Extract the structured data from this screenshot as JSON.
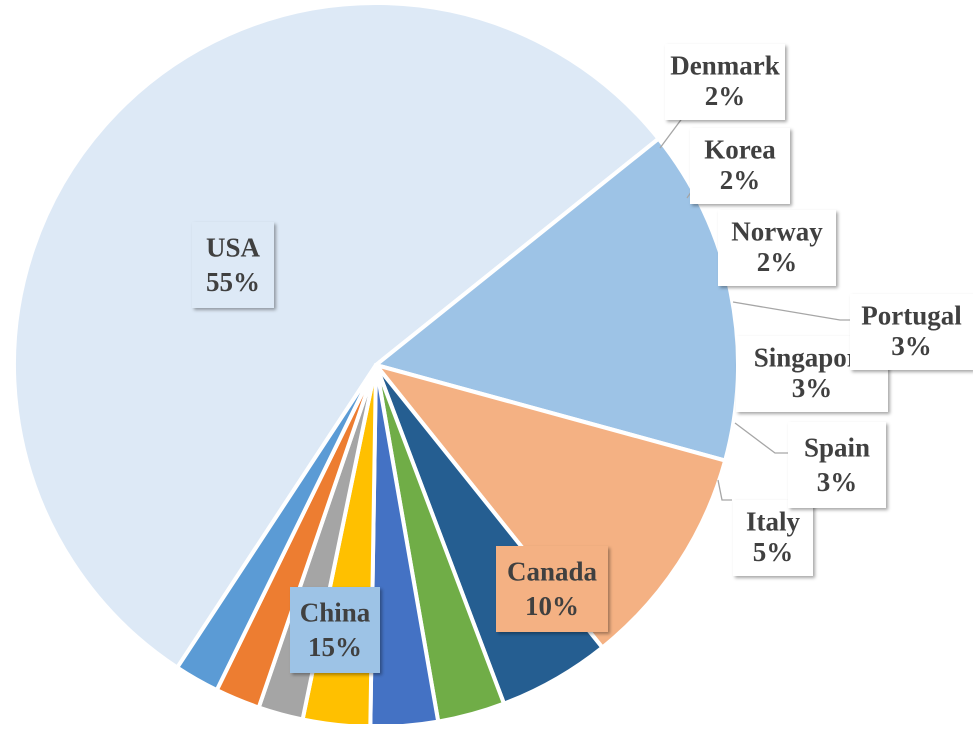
{
  "chart_data": {
    "type": "pie",
    "title": "",
    "categories": [
      "USA",
      "China",
      "Canada",
      "Italy",
      "Spain",
      "Singapore",
      "Portugal",
      "Norway",
      "Korea",
      "Denmark"
    ],
    "values": [
      55,
      15,
      10,
      5,
      3,
      3,
      3,
      2,
      2,
      2
    ],
    "value_labels": [
      "55%",
      "15%",
      "10%",
      "5%",
      "3%",
      "3%",
      "3%",
      "2%",
      "2%",
      "2%"
    ],
    "colors": [
      "#dde9f6",
      "#9dc3e6",
      "#f4b183",
      "#255e91",
      "#70ad47",
      "#4472c4",
      "#ffc000",
      "#a5a5a5",
      "#ed7d31",
      "#5b9bd5"
    ],
    "data_labels": true,
    "legend": "none"
  }
}
